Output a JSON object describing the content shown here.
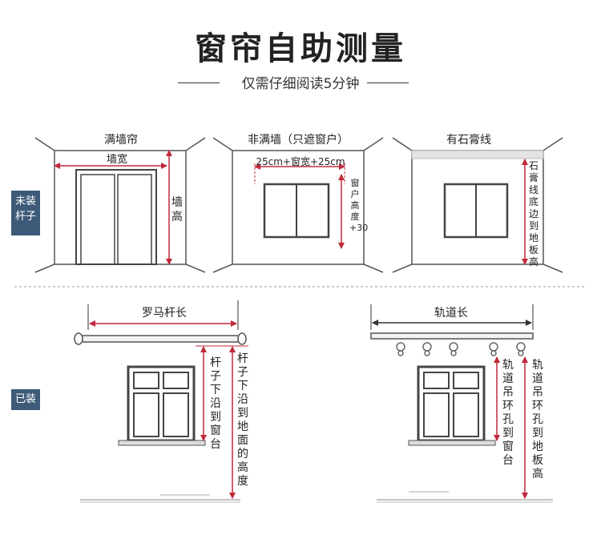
{
  "header": {
    "title": "窗帘自助测量",
    "subtitle": "仅需仔细阅读5分钟"
  },
  "side_tags": {
    "not_installed": "未装\n杆子",
    "installed": "已装"
  },
  "panels": {
    "full_wall": {
      "title": "满墙帘",
      "wall_width": "墙宽",
      "wall_height": "墙高"
    },
    "partial_wall": {
      "title": "非满墙（只遮窗户）",
      "width_formula": "25cm+窗宽+25cm",
      "height_formula": "窗户高度+30"
    },
    "plaster_line": {
      "title": "有石膏线",
      "height_label": "石膏线底边到地板高"
    },
    "roman_rod": {
      "rod_length": "罗马杆长",
      "rod_to_sill": "杆子下沿到窗台",
      "rod_to_floor": "杆子下沿到地面的高度"
    },
    "track": {
      "track_length": "轨道长",
      "ring_to_sill": "轨道吊环孔到窗台",
      "ring_to_floor": "轨道吊环孔到地板高"
    }
  },
  "colors": {
    "measure_red": "#c0283a",
    "tag_blue": "#3d5a78",
    "line_dark": "#333333"
  }
}
